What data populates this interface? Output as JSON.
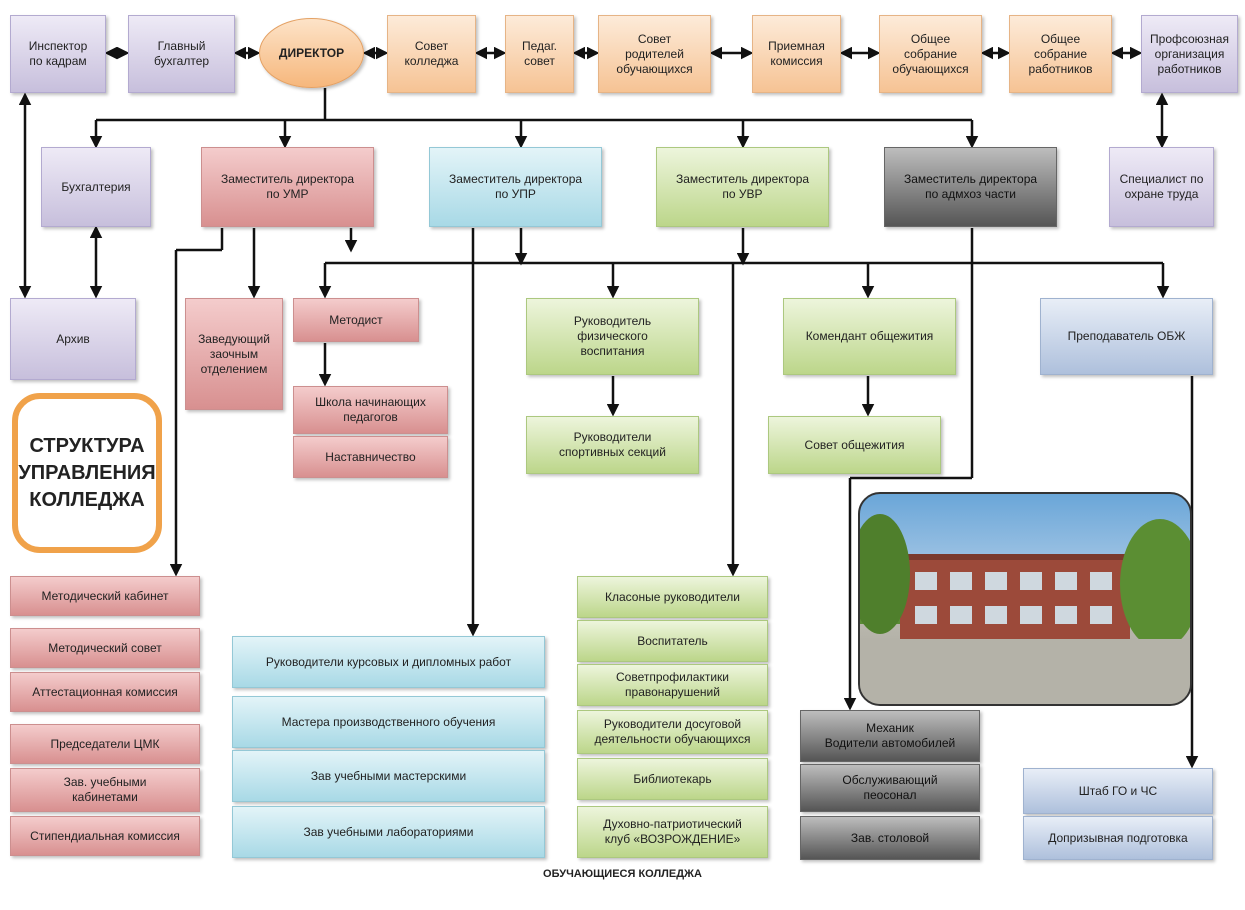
{
  "top_row": {
    "inspector": "Инспектор\nпо кадрам",
    "chief_accountant": "Главный\nбухгалтер",
    "director": "ДИРЕКТОР",
    "college_council": "Совет\nколледжа",
    "ped_council": "Педаг.\nсовет",
    "parents_council": "Совет\nродителей\nобучающихся",
    "admission": "Приемная\nкомиссия",
    "students_meeting": "Общее\nсобрание\nобучающихся",
    "workers_meeting": "Общее\nсобрание\nработников",
    "trade_union": "Профсоюзная\nорганизация\nработников"
  },
  "deputies": {
    "accounting": "Бухгалтерия",
    "umr": "Заместитель директора\nпо УМР",
    "upr": "Заместитель директора\nпо УПР",
    "uvr": "Заместитель директора\nпо УВР",
    "admin": "Заместитель директора\nпо адмхоз части",
    "safety": "Специалист по\nохране труда"
  },
  "middle": {
    "archive": "Архив",
    "correspondence_head": "Заведующий\nзаочным\nотделением",
    "methodist": "Методист",
    "school_teachers": "Школа начинающих\nпедагогов",
    "mentoring": "Наставничество",
    "pe_head": "Руководитель\nфизического\nвоспитания",
    "sport_heads": "Руководители\nспортивных секций",
    "dorm_commandant": "Комендант общежития",
    "dorm_council": "Совет общежития",
    "obzh_teacher": "Преподаватель ОБЖ"
  },
  "title_block": "СТРУКТУРА\nУПРАВЛЕНИЯ\nКОЛЛЕДЖА",
  "umr_list": [
    "Методический кабинет",
    "Методический совет",
    "Аттестационная комиссия",
    "Председатели ЦМК",
    "Зав. учебными\nкабинетами",
    "Стипендиальная комиссия"
  ],
  "upr_list": [
    "Руководители курсовых и дипломных работ",
    "Мастера производственного обучения",
    "Зав учебными мастерскими",
    "Зав учебными лабораториями"
  ],
  "uvr_list": [
    "Класоные руководители",
    "Воспитатель",
    "Советпрофилактики\nправонарушений",
    "Руководители досуговой\nдеятельности обучающихся",
    "Библиотекарь",
    "Духовно-патриотический\nклуб «ВОЗРОЖДЕНИЕ»"
  ],
  "admin_list": [
    "Механик\nВодители автомобилей",
    "Обслуживающий\nпеосонал",
    "Зав. столовой"
  ],
  "obzh_list": [
    "Штаб ГО и ЧС",
    "Допризывная подготовка"
  ],
  "footer": "ОБУЧАЮЩИЕСЯ КОЛЛЕДЖА"
}
